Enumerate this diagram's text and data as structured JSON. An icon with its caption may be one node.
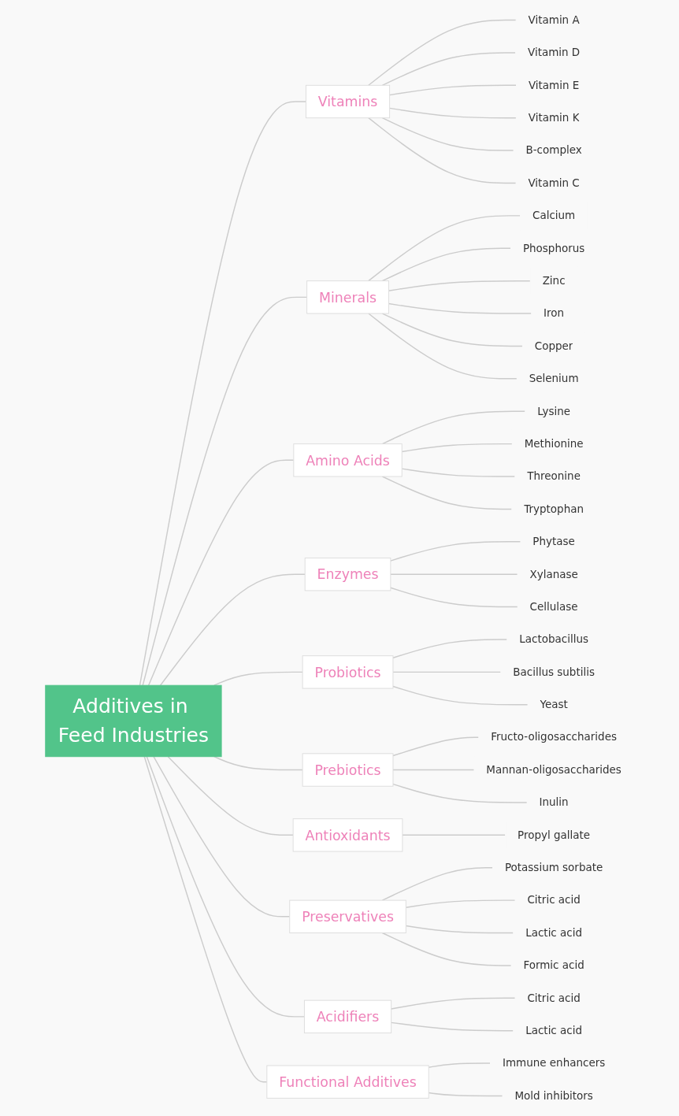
{
  "diagram": {
    "nodes": [
      {
        "text": [
          "Additives in Feed Industries"
        ]
      },
      {
        "text": [
          "Vitamins"
        ]
      },
      {
        "text": [
          "Vitamin A"
        ]
      },
      {
        "text": [
          "Vitamin D"
        ]
      },
      {
        "text": [
          "Vitamin E"
        ]
      },
      {
        "text": [
          "Vitamin K"
        ]
      },
      {
        "text": [
          "B-complex"
        ]
      },
      {
        "text": [
          "Vitamin C"
        ]
      },
      {
        "text": [
          "Minerals"
        ]
      },
      {
        "text": [
          "Calcium"
        ]
      },
      {
        "text": [
          "Phosphorus"
        ]
      },
      {
        "text": [
          "Zinc"
        ]
      },
      {
        "text": [
          "Iron"
        ]
      },
      {
        "text": [
          "Copper"
        ]
      },
      {
        "text": [
          "Selenium"
        ]
      },
      {
        "text": [
          "Amino Acids"
        ]
      },
      {
        "text": [
          "Lysine"
        ]
      },
      {
        "text": [
          "Methionine"
        ]
      },
      {
        "text": [
          "Threonine"
        ]
      },
      {
        "text": [
          "Tryptophan"
        ]
      },
      {
        "text": [
          "Enzymes"
        ]
      },
      {
        "text": [
          "Phytase"
        ]
      },
      {
        "text": [
          "Xylanase"
        ]
      },
      {
        "text": [
          "Cellulase"
        ]
      },
      {
        "text": [
          "Probiotics"
        ]
      },
      {
        "text": [
          "Lactobacillus"
        ]
      },
      {
        "text": [
          "Bacillus subtilis"
        ]
      },
      {
        "text": [
          "Yeast"
        ]
      },
      {
        "text": [
          "Prebiotics"
        ]
      },
      {
        "text": [
          "Fructo-oligosaccharides"
        ]
      },
      {
        "text": [
          "Mannan-oligosaccharides"
        ]
      },
      {
        "text": [
          "Inulin"
        ]
      },
      {
        "text": [
          "Antioxidants"
        ]
      },
      {
        "text": [
          "Propyl gallate"
        ]
      },
      {
        "text": [
          "Preservatives"
        ]
      },
      {
        "text": [
          "Potassium sorbate"
        ]
      },
      {
        "text": [
          "Citric acid"
        ]
      },
      {
        "text": [
          "Lactic acid"
        ]
      },
      {
        "text": [
          "Formic acid"
        ]
      },
      {
        "text": [
          "Acidifiers"
        ]
      },
      {
        "text": [
          "Citric acid"
        ]
      },
      {
        "text": [
          "Lactic acid"
        ]
      },
      {
        "text": [
          "Functional Additives"
        ]
      },
      {
        "text": [
          "Immune enhancers"
        ]
      },
      {
        "text": [
          "Mold inhibitors"
        ]
      }
    ],
    "edges": [
      {
        "from": 0,
        "to": 1,
        "arrow": "none"
      },
      {
        "from": 1,
        "to": 2,
        "arrow": "none"
      },
      {
        "from": 1,
        "to": 3,
        "arrow": "none"
      },
      {
        "from": 1,
        "to": 4,
        "arrow": "none"
      },
      {
        "from": 1,
        "to": 5,
        "arrow": "none"
      },
      {
        "from": 1,
        "to": 6,
        "arrow": "none"
      },
      {
        "from": 1,
        "to": 7,
        "arrow": "none"
      },
      {
        "from": 0,
        "to": 8,
        "arrow": "none"
      },
      {
        "from": 8,
        "to": 9,
        "arrow": "none"
      },
      {
        "from": 8,
        "to": 10,
        "arrow": "none"
      },
      {
        "from": 8,
        "to": 11,
        "arrow": "none"
      },
      {
        "from": 8,
        "to": 12,
        "arrow": "none"
      },
      {
        "from": 8,
        "to": 13,
        "arrow": "none"
      },
      {
        "from": 8,
        "to": 14,
        "arrow": "none"
      },
      {
        "from": 0,
        "to": 15,
        "arrow": "none"
      },
      {
        "from": 15,
        "to": 16,
        "arrow": "none"
      },
      {
        "from": 15,
        "to": 17,
        "arrow": "none"
      },
      {
        "from": 15,
        "to": 18,
        "arrow": "none"
      },
      {
        "from": 15,
        "to": 19,
        "arrow": "none"
      },
      {
        "from": 0,
        "to": 20,
        "arrow": "none"
      },
      {
        "from": 20,
        "to": 21,
        "arrow": "none"
      },
      {
        "from": 20,
        "to": 22,
        "arrow": "none"
      },
      {
        "from": 20,
        "to": 23,
        "arrow": "none"
      },
      {
        "from": 0,
        "to": 24,
        "arrow": "none"
      },
      {
        "from": 24,
        "to": 25,
        "arrow": "none"
      },
      {
        "from": 24,
        "to": 26,
        "arrow": "none"
      },
      {
        "from": 24,
        "to": 27,
        "arrow": "none"
      },
      {
        "from": 0,
        "to": 28,
        "arrow": "none"
      },
      {
        "from": 28,
        "to": 29,
        "arrow": "none"
      },
      {
        "from": 28,
        "to": 30,
        "arrow": "none"
      },
      {
        "from": 28,
        "to": 31,
        "arrow": "none"
      },
      {
        "from": 0,
        "to": 32,
        "arrow": "none"
      },
      {
        "from": 32,
        "to": 33,
        "arrow": "none"
      },
      {
        "from": 0,
        "to": 34,
        "arrow": "none"
      },
      {
        "from": 34,
        "to": 35,
        "arrow": "none"
      },
      {
        "from": 34,
        "to": 36,
        "arrow": "none"
      },
      {
        "from": 34,
        "to": 37,
        "arrow": "none"
      },
      {
        "from": 34,
        "to": 38,
        "arrow": "none"
      },
      {
        "from": 0,
        "to": 39,
        "arrow": "none"
      },
      {
        "from": 39,
        "to": 40,
        "arrow": "none"
      },
      {
        "from": 39,
        "to": 41,
        "arrow": "none"
      },
      {
        "from": 0,
        "to": 42,
        "arrow": "none"
      },
      {
        "from": 42,
        "to": 43,
        "arrow": "none"
      },
      {
        "from": 42,
        "to": 44,
        "arrow": "none"
      }
    ]
  }
}
